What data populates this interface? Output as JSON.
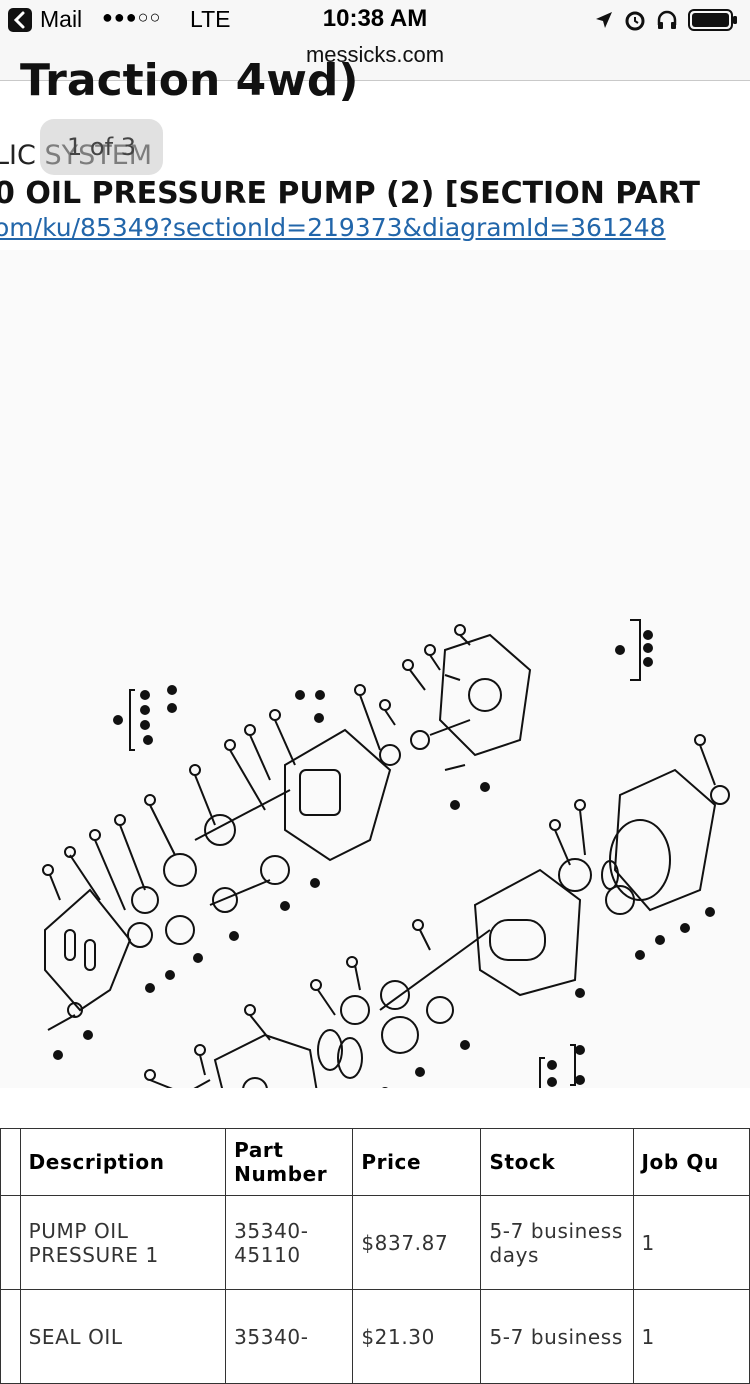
{
  "status_bar": {
    "back_app": "Mail",
    "signal": "●●●○○",
    "network": "LTE",
    "time": "10:38 AM"
  },
  "url_bar": {
    "domain": "messicks.com"
  },
  "page": {
    "title_fragment": "Traction 4wd)",
    "page_counter": "1 of 3",
    "section_label": "LIC SYSTEM",
    "section_title": "0 OIL PRESSURE PUMP (2) [SECTION PART",
    "section_link": "om/ku/85349?sectionId=219373&diagramId=361248"
  },
  "diagram": {
    "description_icon": "exploded-parts-diagram"
  },
  "table": {
    "headers": {
      "description": "Description",
      "part_number": "Part Number",
      "price": "Price",
      "stock": "Stock",
      "job_qty": "Job Qu"
    },
    "rows": [
      {
        "description": "PUMP OIL PRESSURE 1",
        "part_number": "35340-45110",
        "price": "$837.87",
        "stock": "5-7 business days",
        "qty": "1"
      },
      {
        "description": "SEAL OIL",
        "part_number": "35340-",
        "price": "$21.30",
        "stock": "5-7 business",
        "qty": "1"
      }
    ]
  },
  "colors": {
    "link": "#2266aa",
    "bar_bg": "#f7f7f7"
  }
}
